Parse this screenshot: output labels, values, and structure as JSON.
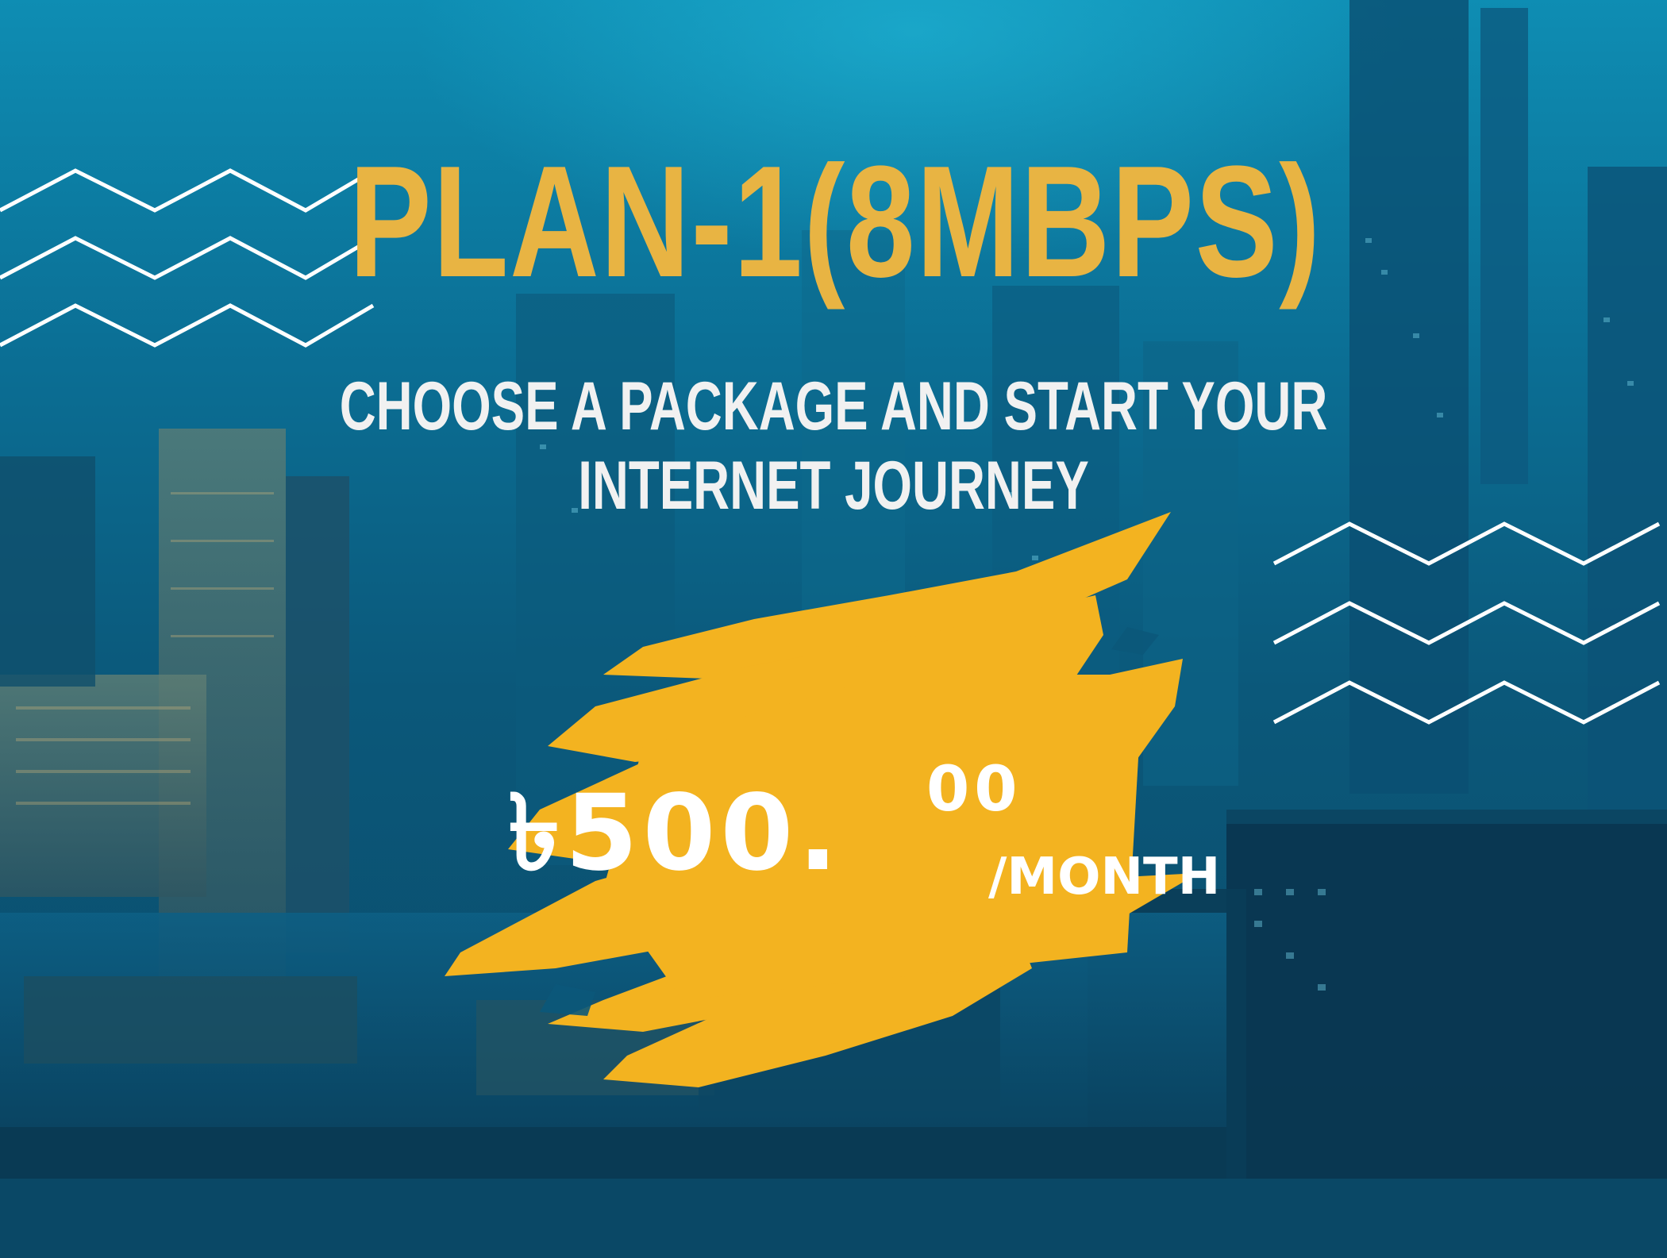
{
  "plan": {
    "title": "PLAN-1(8MBPS)",
    "subtitle": "CHOOSE A PACKAGE AND START YOUR INTERNET JOURNEY"
  },
  "price": {
    "amount": "৳500.",
    "cents": "00",
    "period": "/MONTH"
  },
  "colors": {
    "accent": "#e8b443",
    "brush": "#f3b320",
    "text_light": "#f1f1f1"
  },
  "icons": [
    "zigzag-lines-left",
    "zigzag-lines-right",
    "brush-stroke"
  ]
}
